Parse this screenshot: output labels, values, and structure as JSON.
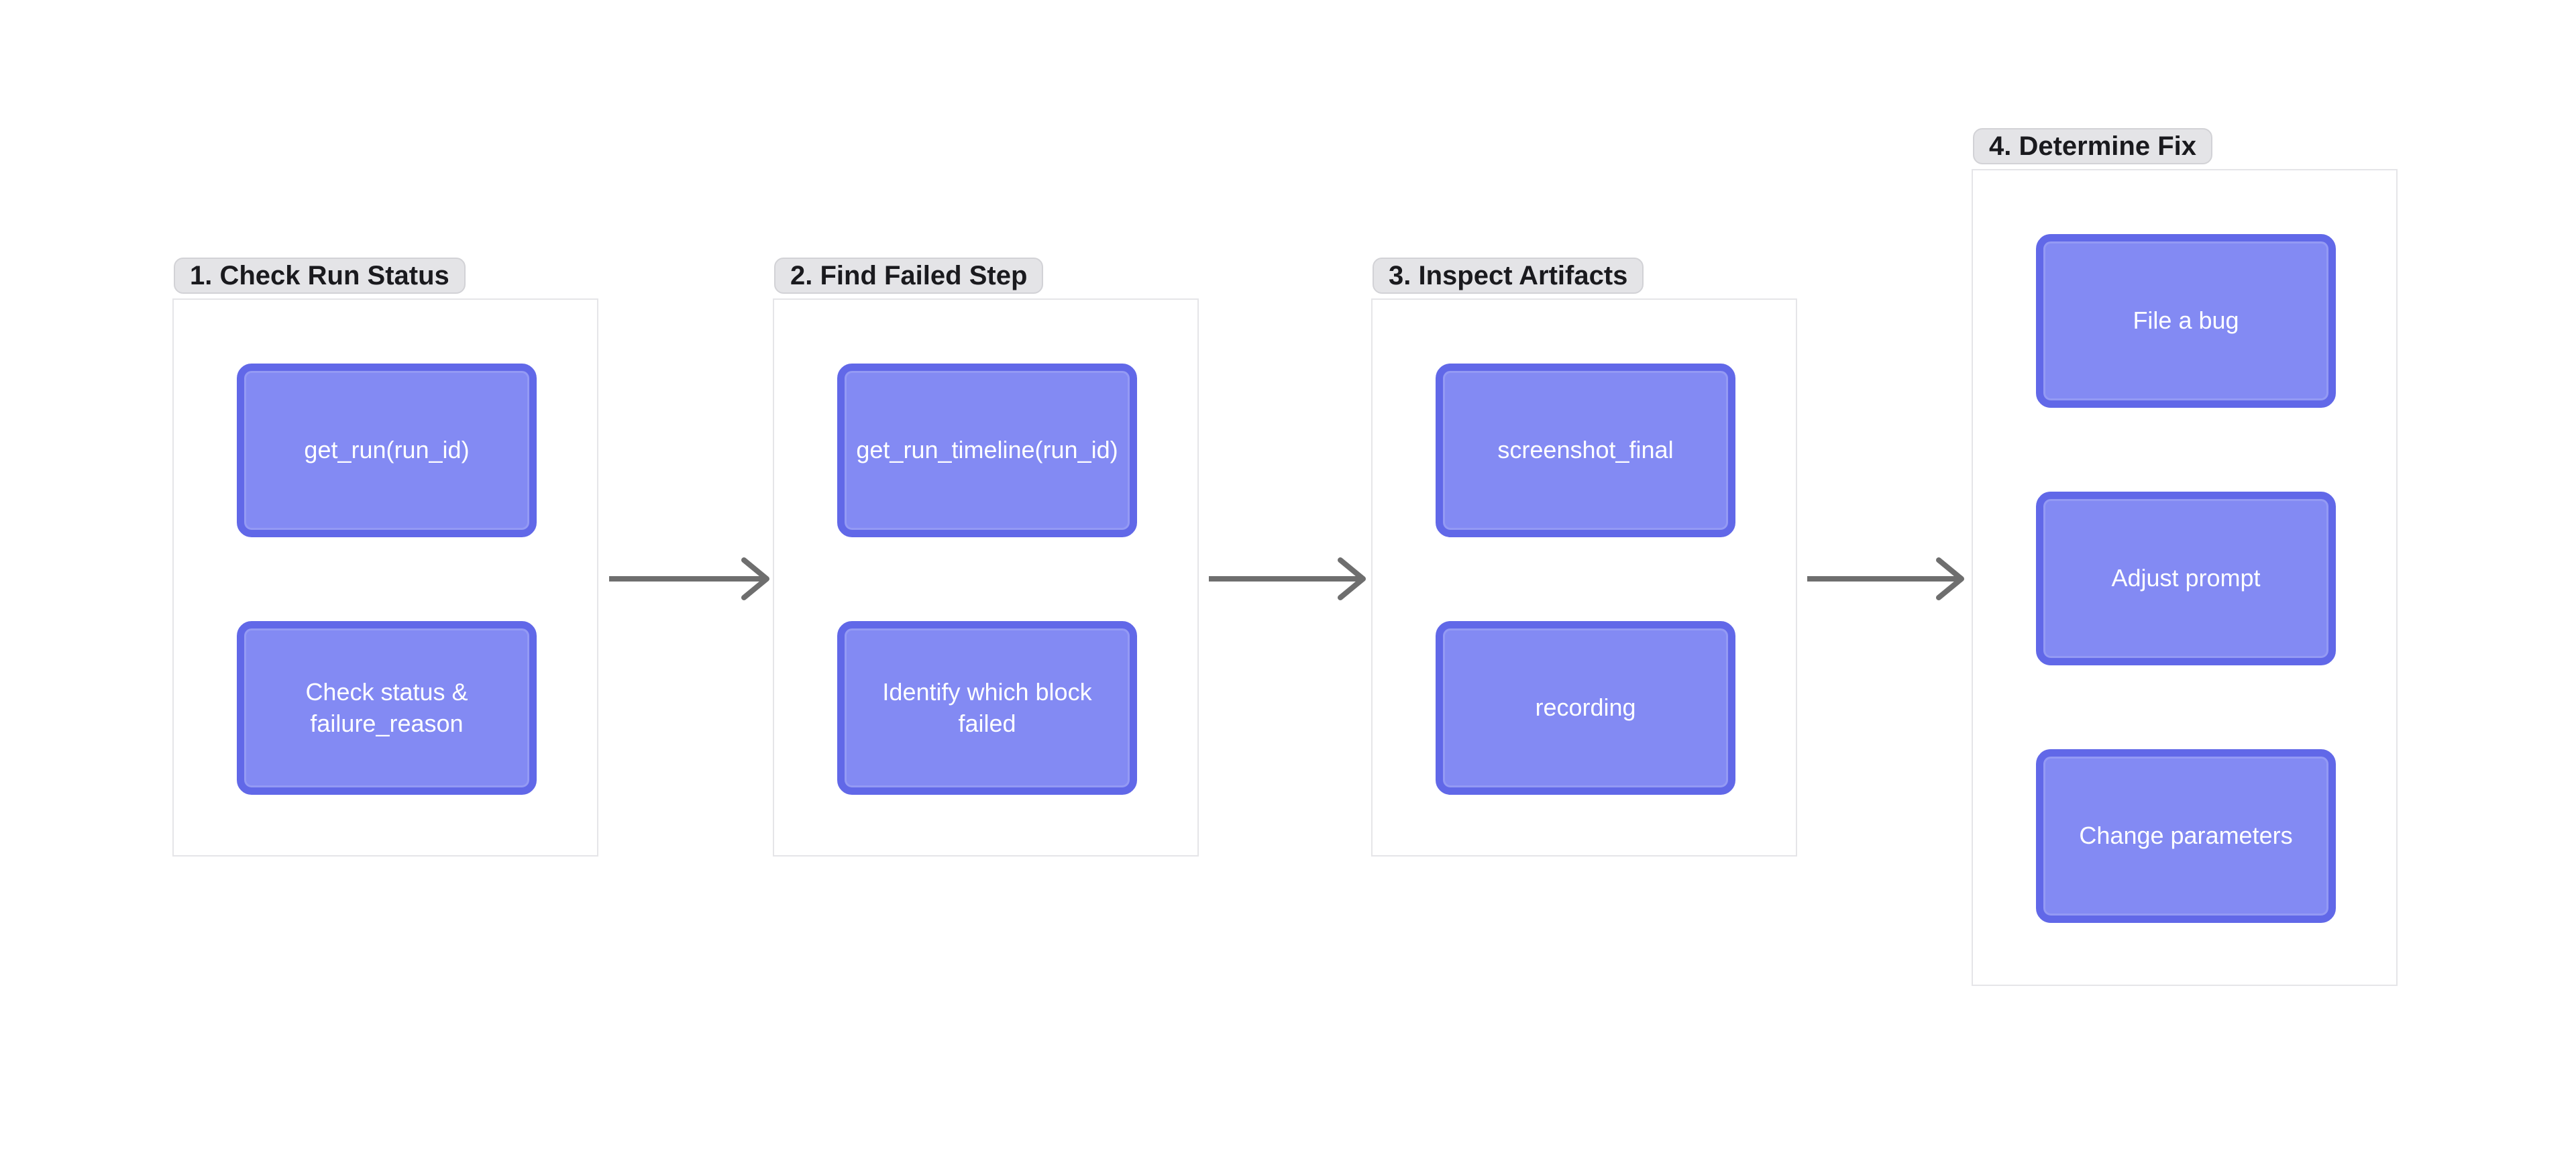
{
  "diagram": {
    "groups": [
      {
        "label": "1. Check Run Status",
        "nodes": [
          "get_run(run_id)",
          "Check status &\nfailure_reason"
        ]
      },
      {
        "label": "2. Find Failed Step",
        "nodes": [
          "get_run_timeline(run_id)",
          "Identify which block\nfailed"
        ]
      },
      {
        "label": "3. Inspect Artifacts",
        "nodes": [
          "screenshot_final",
          "recording"
        ]
      },
      {
        "label": "4. Determine Fix",
        "nodes": [
          "File a bug",
          "Adjust prompt",
          "Change parameters"
        ]
      }
    ],
    "colors": {
      "canvas_bg": "#ffffff",
      "group_border": "#e5e5e8",
      "label_bg": "#e4e4e7",
      "label_border": "#d2d2d6",
      "label_text": "#1a1a1e",
      "node_fill": "#838af3",
      "node_border": "#6168e8",
      "node_text": "#ffffff",
      "arrow": "#6e6e6e"
    }
  }
}
